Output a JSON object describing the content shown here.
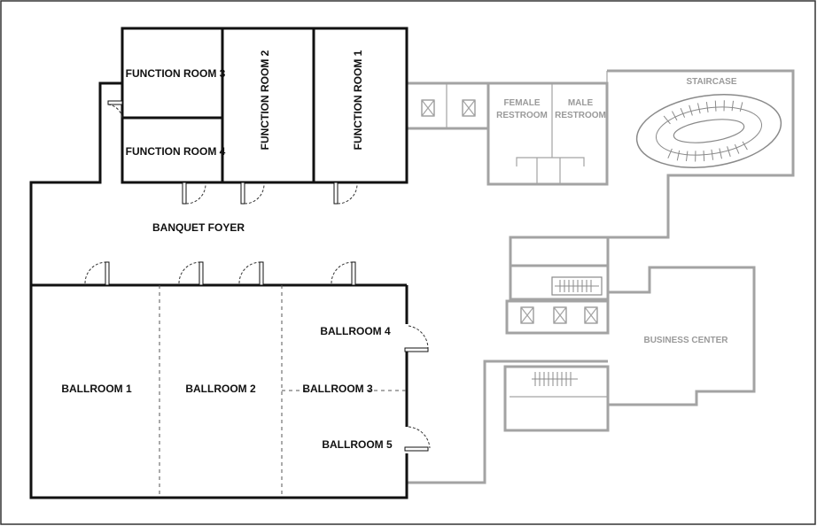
{
  "rooms": {
    "function_room_1": "FUNCTION ROOM 1",
    "function_room_2": "FUNCTION ROOM 2",
    "function_room_3": "FUNCTION ROOM 3",
    "function_room_4": "FUNCTION ROOM 4",
    "banquet_foyer": "BANQUET FOYER",
    "ballroom_1": "BALLROOM 1",
    "ballroom_2": "BALLROOM 2",
    "ballroom_3": "BALLROOM 3",
    "ballroom_4": "BALLROOM 4",
    "ballroom_5": "BALLROOM 5"
  },
  "amenities": {
    "female_restroom_line1": "FEMALE",
    "female_restroom_line2": "RESTROOM",
    "male_restroom_line1": "MALE",
    "male_restroom_line2": "RESTROOM",
    "staircase": "STAIRCASE",
    "business_center": "BUSINESS CENTER"
  },
  "icons": [
    "elevator-icon",
    "escalator-icon",
    "door-icon",
    "staircase-icon"
  ],
  "colors": {
    "primary_walls": "#111111",
    "secondary_walls": "#a3a3a3",
    "background": "#ffffff"
  }
}
